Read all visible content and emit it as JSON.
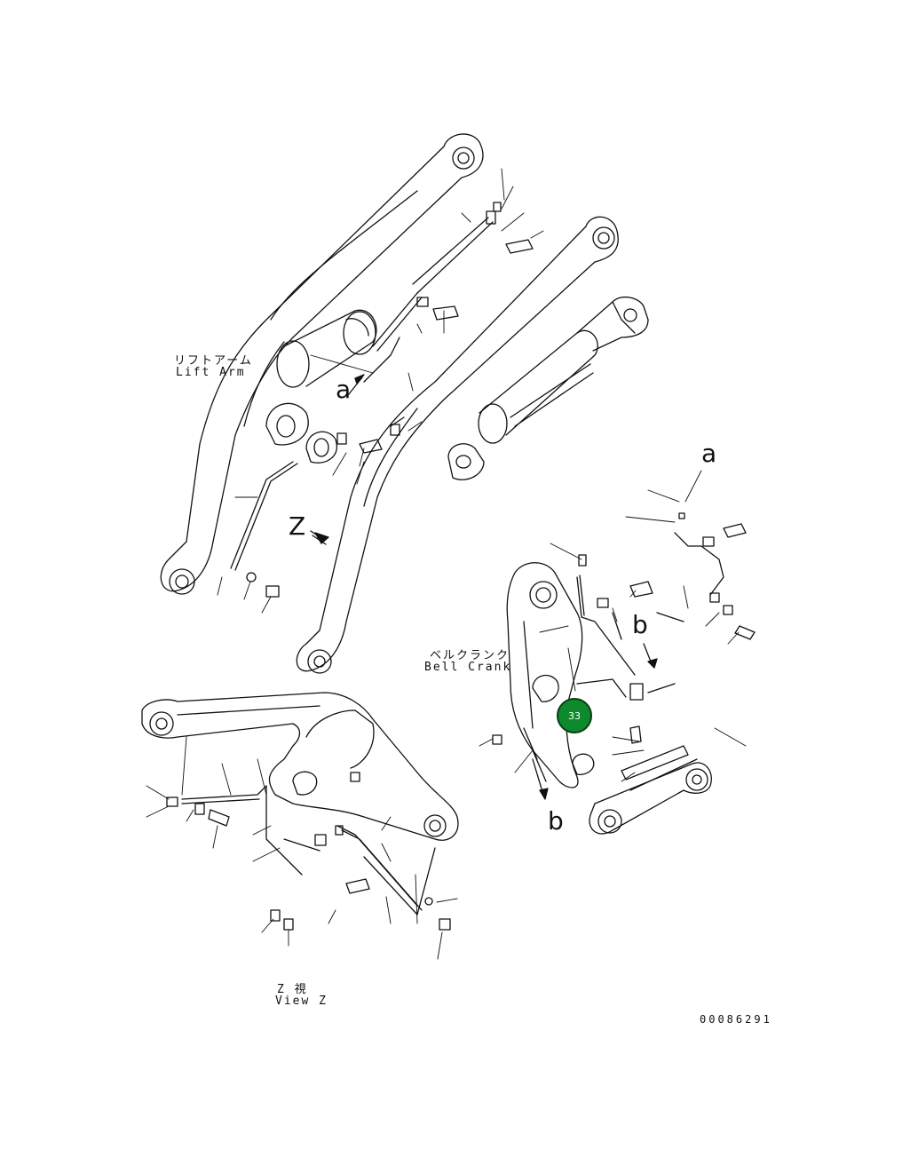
{
  "labels": {
    "lift_arm_jp": "リフトアーム",
    "lift_arm_en": "Lift Arm",
    "bell_crank_jp": "ベルクランク",
    "bell_crank_en": "Bell Crank",
    "view_z_jp": "Z 視",
    "view_z_en": "View Z",
    "ref_a_top": "a",
    "ref_a_detail": "a",
    "ref_b_detail": "b",
    "ref_b_bottom": "b",
    "view_arrow_z": "Z",
    "drawing_number": "00086291"
  },
  "callouts": [
    {
      "number": "33"
    }
  ],
  "colors": {
    "line": "#111111",
    "callout_fill": "#0d8a2c",
    "callout_border": "#0a3d14"
  }
}
